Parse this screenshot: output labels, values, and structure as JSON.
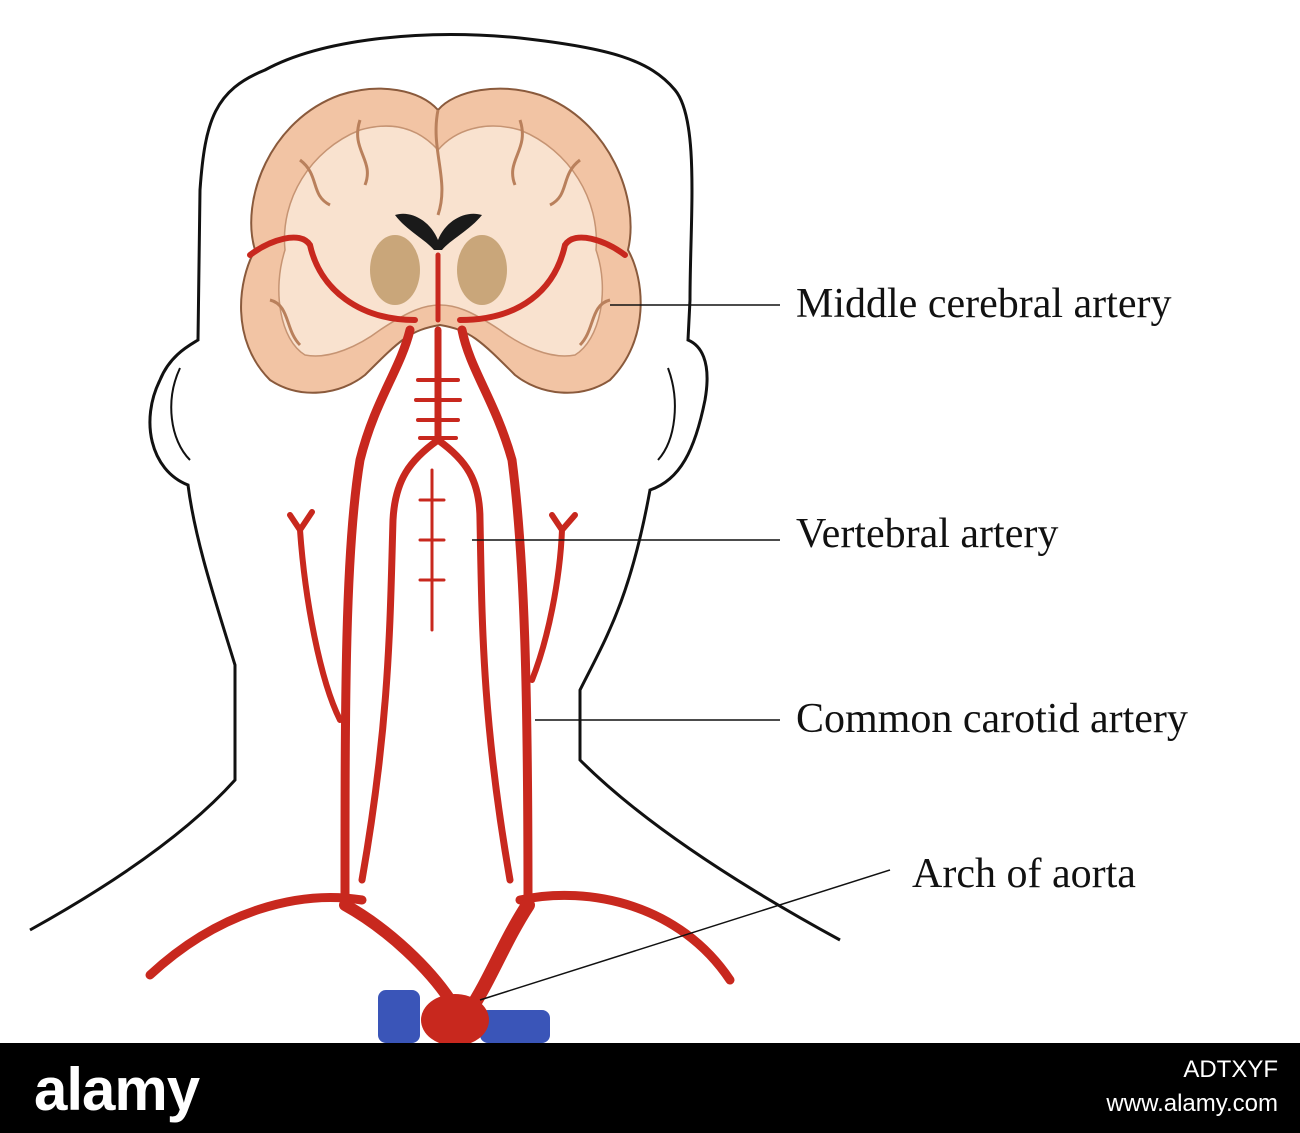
{
  "diagram": {
    "labels": {
      "middle_cerebral": "Middle cerebral artery",
      "vertebral": "Vertebral artery",
      "common_carotid": "Common carotid artery",
      "arch_of_aorta": "Arch of aorta"
    },
    "colors": {
      "artery": "#c8281e",
      "artery_highlight": "#e05a4c",
      "vein": "#3a55b8",
      "brain_cortex": "#f2c4a4",
      "brain_white": "#f9e2cf",
      "outline": "#111111"
    }
  },
  "footer": {
    "brand": "alamy",
    "image_id": "ADTXYF",
    "site": "www.alamy.com"
  }
}
